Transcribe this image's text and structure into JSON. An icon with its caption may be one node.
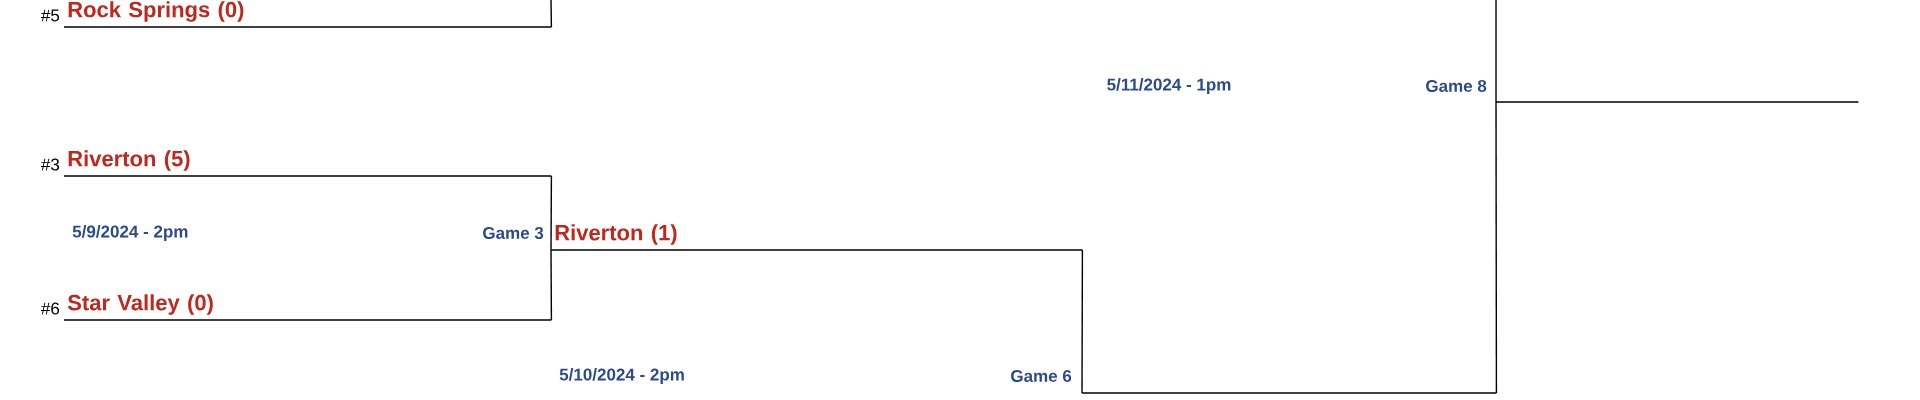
{
  "diagram": {
    "nodes": [
      {
        "text": [
          "Rock Springs (0)"
        ],
        "beside": [
          "#5"
        ]
      },
      {
        "text": [
          "Riverton (5)"
        ],
        "beside": [
          "#3"
        ]
      },
      {
        "text": [
          "Star Valley (0)"
        ],
        "beside": [
          "#6"
        ]
      },
      {
        "text": [
          "Riverton (1)"
        ]
      },
      {
        "text": [],
        "shape": "line"
      },
      {
        "text": [],
        "shape": "line"
      }
    ],
    "edges": [
      {
        "from": 0,
        "to": null,
        "arrow": "none"
      },
      {
        "from": 1,
        "to": 3,
        "arrow": "none"
      },
      {
        "from": 2,
        "to": 3,
        "arrow": "none"
      },
      {
        "from": 3,
        "to": 4,
        "arrow": "none"
      },
      {
        "from": 4,
        "to": 5,
        "arrow": "none"
      },
      {
        "from": null,
        "to": 5,
        "arrow": "none"
      }
    ],
    "labels": [
      "5/11/2024 - 1pm",
      "Game 8",
      "5/9/2024 - 2pm",
      "Game 3",
      "5/10/2024 - 2pm",
      "Game 6"
    ]
  }
}
